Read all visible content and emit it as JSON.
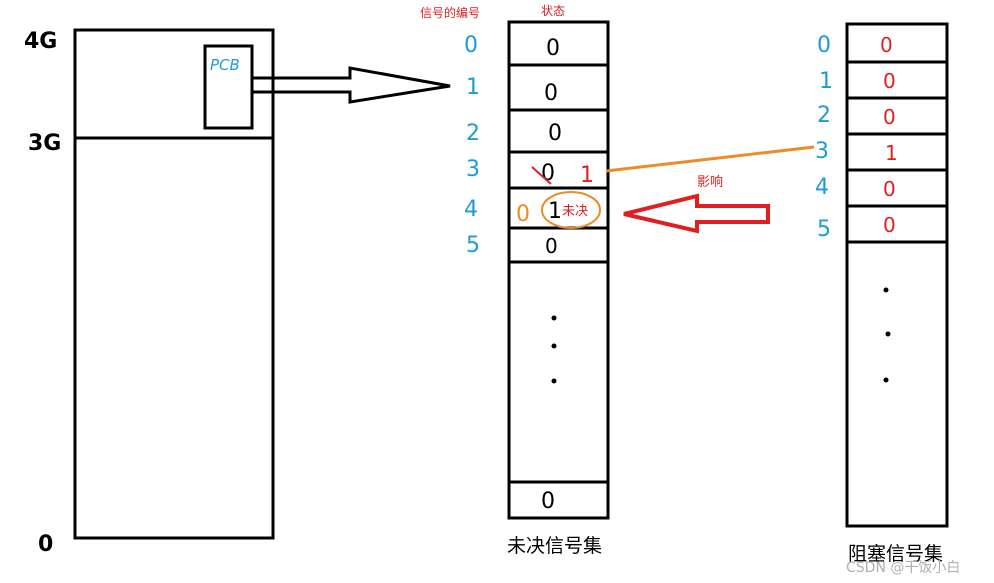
{
  "memory": {
    "top_label": "4G",
    "mid_label": "3G",
    "bottom_label": "0",
    "pcb_label": "PCB"
  },
  "pending_set": {
    "header_number": "信号的编号",
    "header_state": "状态",
    "caption": "未决信号集",
    "indices": [
      "0",
      "1",
      "2",
      "3",
      "4",
      "5"
    ],
    "values": [
      "0",
      "0",
      "0",
      "0",
      "1",
      "0"
    ],
    "row3_new_value": "1",
    "row4_side_value": "0",
    "row4_note": "未决",
    "last_value": "0"
  },
  "blocked_set": {
    "caption": "阻塞信号集",
    "indices": [
      "0",
      "1",
      "2",
      "3",
      "4",
      "5"
    ],
    "values": [
      "0",
      "0",
      "0",
      "1",
      "0",
      "0"
    ]
  },
  "influence_label": "影响",
  "watermark": "CSDN @干饭小白",
  "colors": {
    "black": "#000000",
    "blue": "#1e9bd7",
    "red": "#e02020",
    "orange": "#f08a24"
  }
}
